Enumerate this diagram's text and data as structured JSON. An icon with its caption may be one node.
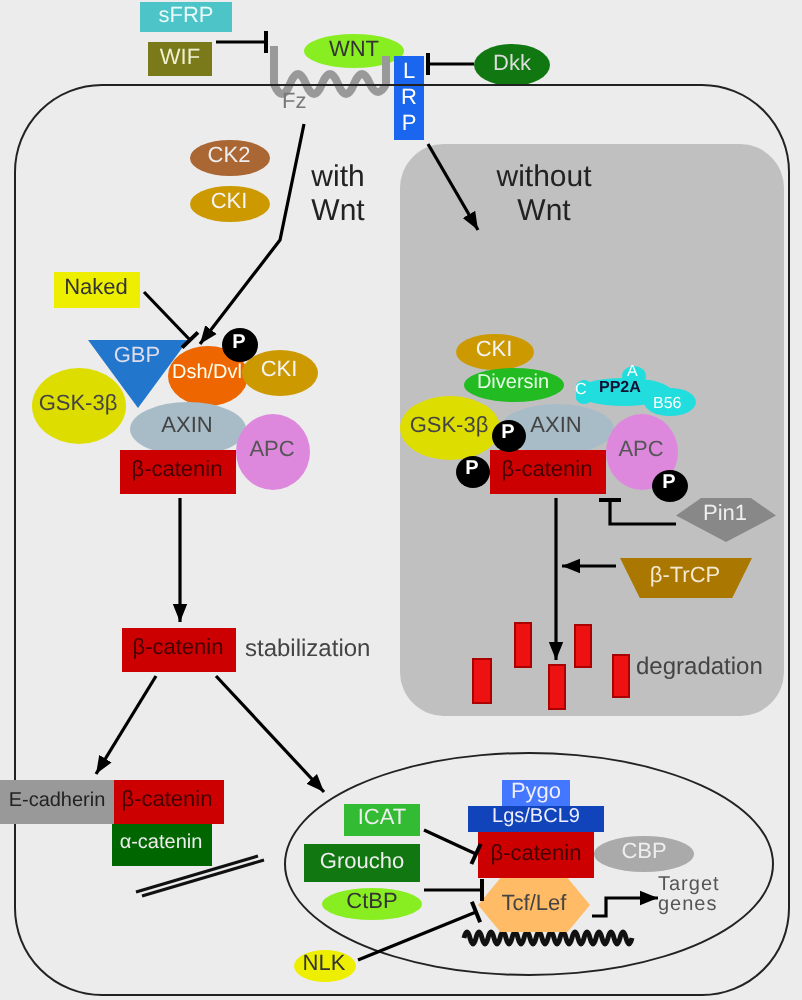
{
  "diagram": {
    "nodes": [
      {
        "text": [
          "sFRP"
        ]
      },
      {
        "text": [
          "WIF"
        ]
      },
      {
        "text": [
          "WNT"
        ]
      },
      {
        "text": [
          "Fz"
        ]
      },
      {
        "text": [
          "LRP"
        ]
      },
      {
        "text": [
          "Dkk"
        ]
      },
      {
        "text": [],
        "shape": "box"
      },
      {
        "text": [
          "CK2"
        ],
        "in": 6
      },
      {
        "text": [
          "CKI"
        ],
        "in": 6
      },
      {
        "text": [
          "Naked"
        ],
        "in": 6
      },
      {
        "text": [
          "GBP"
        ],
        "in": 6
      },
      {
        "text": [
          "Dsh/Dvl"
        ],
        "in": 6
      },
      {
        "text": [
          "P"
        ],
        "in": 6
      },
      {
        "text": [
          "CKI"
        ],
        "in": 6
      },
      {
        "text": [
          "GSK-3β"
        ],
        "in": 6
      },
      {
        "text": [
          "AXIN"
        ],
        "in": 6
      },
      {
        "text": [
          "APC"
        ],
        "in": 6
      },
      {
        "text": [
          "β-catenin"
        ],
        "in": 6
      },
      {
        "text": [],
        "shape": "box",
        "in": 6
      },
      {
        "text": [
          "CKI"
        ],
        "in": 18
      },
      {
        "text": [
          "Diversin"
        ],
        "in": 18
      },
      {
        "text": [
          "A",
          "C",
          "PP2A",
          "B56"
        ],
        "in": 18
      },
      {
        "text": [
          "GSK-3β"
        ],
        "in": 18
      },
      {
        "text": [
          "P"
        ],
        "in": 18
      },
      {
        "text": [
          "AXIN"
        ],
        "in": 18
      },
      {
        "text": [
          "APC"
        ],
        "in": 18
      },
      {
        "text": [
          "P"
        ],
        "in": 18
      },
      {
        "text": [
          "β-catenin"
        ],
        "in": 18
      },
      {
        "text": [
          "P"
        ],
        "in": 18
      },
      {
        "text": [
          "Pin1"
        ],
        "in": 18
      },
      {
        "text": [
          "β-TrCP"
        ],
        "in": 18
      },
      {
        "text": [],
        "shape": "bar",
        "in": 18
      },
      {
        "text": [],
        "shape": "bar",
        "in": 18
      },
      {
        "text": [],
        "shape": "bar",
        "in": 18
      },
      {
        "text": [],
        "shape": "bar",
        "in": 18
      },
      {
        "text": [],
        "shape": "bar",
        "in": 18
      },
      {
        "text": [
          "β-catenin"
        ],
        "beside": [
          "stabilization"
        ],
        "in": 6
      },
      {
        "text": [
          "E-cadherin"
        ]
      },
      {
        "text": [
          "β-catenin"
        ],
        "in": 6
      },
      {
        "text": [
          "α-catenin"
        ],
        "in": 6
      },
      {
        "text": [],
        "shape": "oval",
        "in": 6
      },
      {
        "text": [
          "ICAT"
        ],
        "in": 40
      },
      {
        "text": [
          "Groucho"
        ],
        "in": 40
      },
      {
        "text": [
          "CtBP"
        ],
        "in": 40
      },
      {
        "text": [
          "Pygo"
        ],
        "in": 40
      },
      {
        "text": [
          "Lgs/BCL9"
        ],
        "in": 40
      },
      {
        "text": [
          "β-catenin"
        ],
        "in": 40
      },
      {
        "text": [
          "CBP"
        ],
        "in": 40
      },
      {
        "text": [
          "Tcf/Lef"
        ],
        "in": 40
      },
      {
        "text": [
          "Target genes"
        ],
        "in": 40
      },
      {
        "text": [
          "NLK"
        ],
        "in": 6
      }
    ],
    "edges": [
      {
        "from": 1,
        "to": 3,
        "arrow": "other"
      },
      {
        "from": 5,
        "to": 4,
        "arrow": "other"
      },
      {
        "from": 3,
        "to": 11,
        "arrow": "to",
        "label": "with Wnt"
      },
      {
        "from": 4,
        "to": null,
        "arrow": "to",
        "label": "without Wnt"
      },
      {
        "from": 9,
        "to": 11,
        "arrow": "other"
      },
      {
        "from": 17,
        "to": 36,
        "arrow": "to"
      },
      {
        "from": 29,
        "to": 27,
        "arrow": "other"
      },
      {
        "from": 30,
        "to": null,
        "arrow": "to"
      },
      {
        "from": 27,
        "to": 33,
        "arrow": "to"
      },
      {
        "from": 36,
        "to": 37,
        "arrow": "to"
      },
      {
        "from": 36,
        "to": 40,
        "arrow": "to"
      },
      {
        "from": 41,
        "to": 46,
        "arrow": "other"
      },
      {
        "from": 42,
        "to": 48,
        "arrow": "other"
      },
      {
        "from": 50,
        "to": 48,
        "arrow": "other"
      },
      {
        "from": 48,
        "to": 49,
        "arrow": "to"
      }
    ],
    "labels": [
      "degradation"
    ]
  }
}
